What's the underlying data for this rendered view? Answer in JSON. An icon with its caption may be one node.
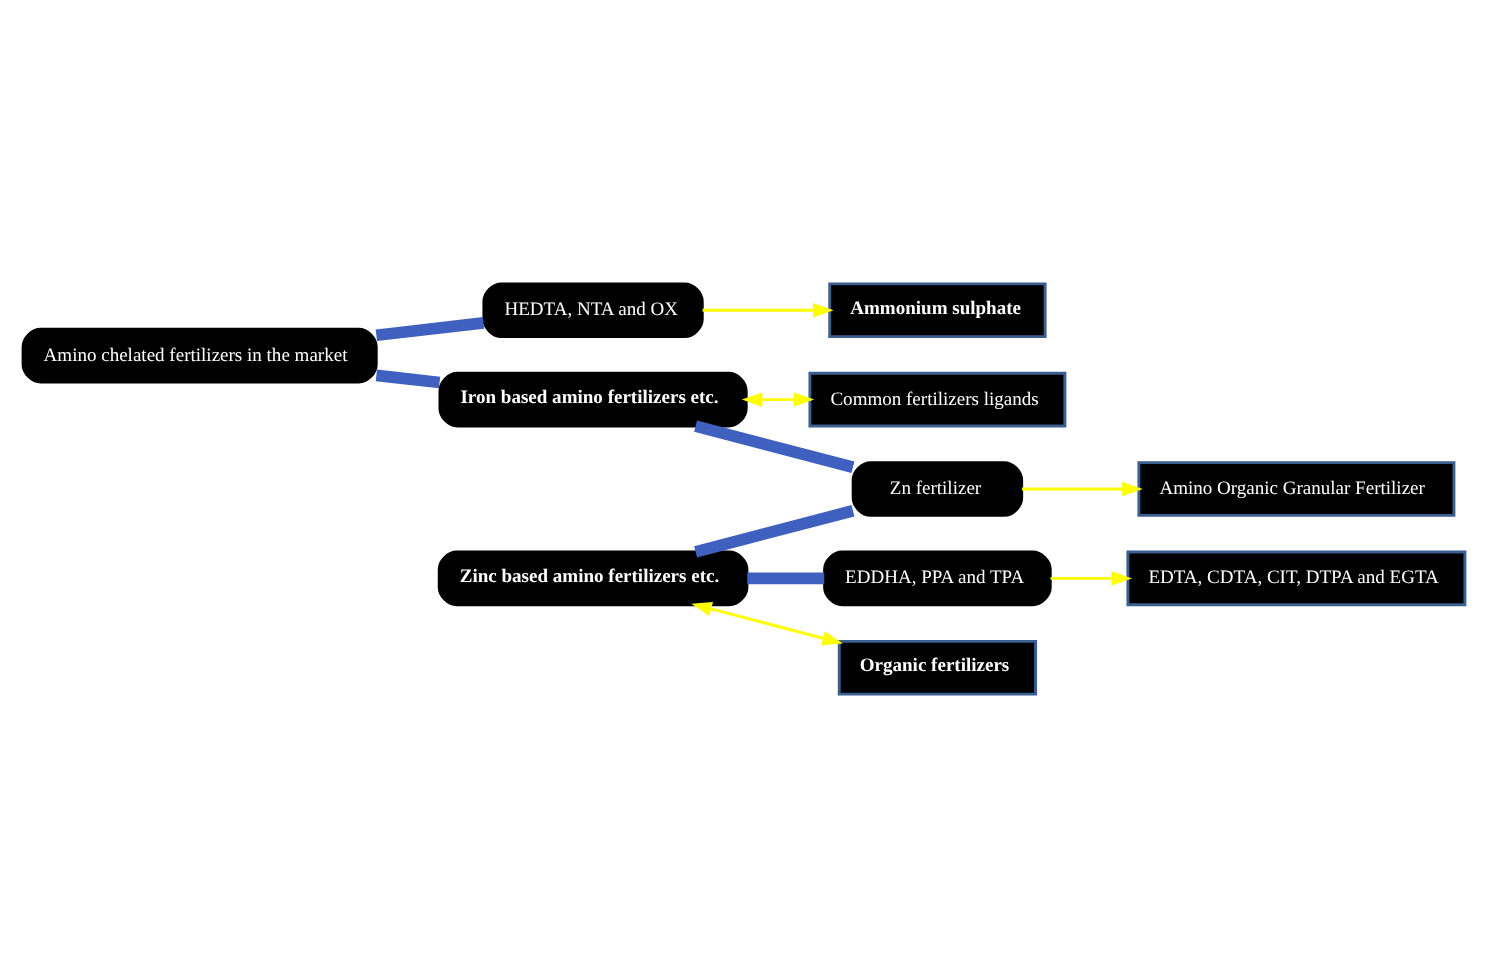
{
  "diagram": {
    "nodes": [
      {
        "text": [
          "Amino chelated fertilizers in the market"
        ]
      },
      {
        "text": [
          "Zinc based amino fertilizers etc."
        ]
      },
      {
        "text": [
          "Iron based amino fertilizers etc."
        ]
      },
      {
        "text": [
          "Organic fertilizers"
        ]
      },
      {
        "text": [
          "Common fertilizers ligands"
        ]
      },
      {
        "text": [
          "Amino Organic Granular Fertilizer"
        ]
      },
      {
        "text": [
          "Zn fertilizer"
        ]
      },
      {
        "text": [
          "HEDTA, NTA and OX"
        ]
      },
      {
        "text": [
          "EDDHA, PPA and TPA"
        ]
      },
      {
        "text": [
          "EDTA, CDTA, CIT, DTPA and EGTA"
        ]
      },
      {
        "text": [
          "Ammonium sulphate"
        ]
      }
    ],
    "edges": [
      {
        "from": 0,
        "to": 7,
        "arrow": "none",
        "style": "thick",
        "color": "#4060c0"
      },
      {
        "from": 0,
        "to": 2,
        "arrow": "none",
        "style": "thick",
        "color": "#4060c0"
      },
      {
        "from": 1,
        "to": 6,
        "arrow": "none",
        "style": "thick",
        "color": "#4060c0"
      },
      {
        "from": 1,
        "to": 8,
        "arrow": "none",
        "style": "thick",
        "color": "#4060c0"
      },
      {
        "from": 2,
        "to": 6,
        "arrow": "none",
        "style": "thick",
        "color": "#4060c0"
      },
      {
        "from": 1,
        "to": 3,
        "arrow": "both",
        "color": "#ffff00"
      },
      {
        "from": 2,
        "to": 4,
        "arrow": "both",
        "color": "#ffff00"
      },
      {
        "from": 6,
        "to": 5,
        "arrow": "to",
        "color": "#ffff00"
      },
      {
        "from": 7,
        "to": 10,
        "arrow": "to",
        "color": "#ffff00"
      },
      {
        "from": 8,
        "to": 9,
        "arrow": "to",
        "color": "#ffff00"
      }
    ]
  }
}
